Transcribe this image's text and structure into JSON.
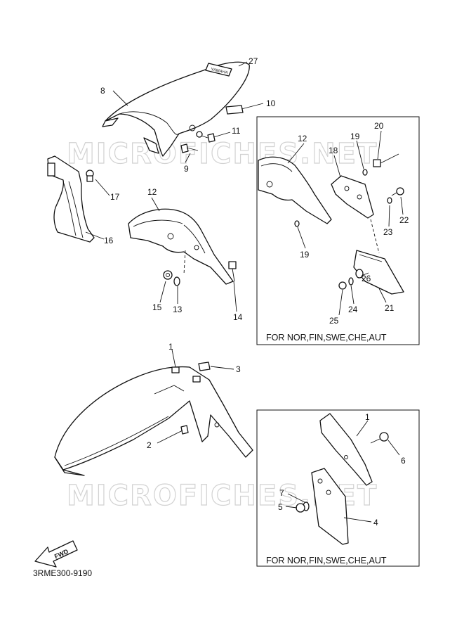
{
  "watermark": "MICROFICHES.NET",
  "diagram_code": "3RME300-9190",
  "fwd_label": "FWD",
  "inset_note": "FOR NOR,FIN,SWE,CHE,AUT",
  "callouts": {
    "c1": "1",
    "c2": "2",
    "c3": "3",
    "c4": "4",
    "c5": "5",
    "c6": "6",
    "c7": "7",
    "c8": "8",
    "c9": "9",
    "c10": "10",
    "c11": "11",
    "c12": "12",
    "c13": "13",
    "c14": "14",
    "c15": "15",
    "c16": "16",
    "c17": "17",
    "c18": "18",
    "c19": "19",
    "c20": "20",
    "c21": "21",
    "c22": "22",
    "c23": "23",
    "c24": "24",
    "c25": "25",
    "c26": "26",
    "c27": "27"
  },
  "colors": {
    "line": "#111111",
    "watermark": "#d2d2d2",
    "background": "#ffffff"
  }
}
